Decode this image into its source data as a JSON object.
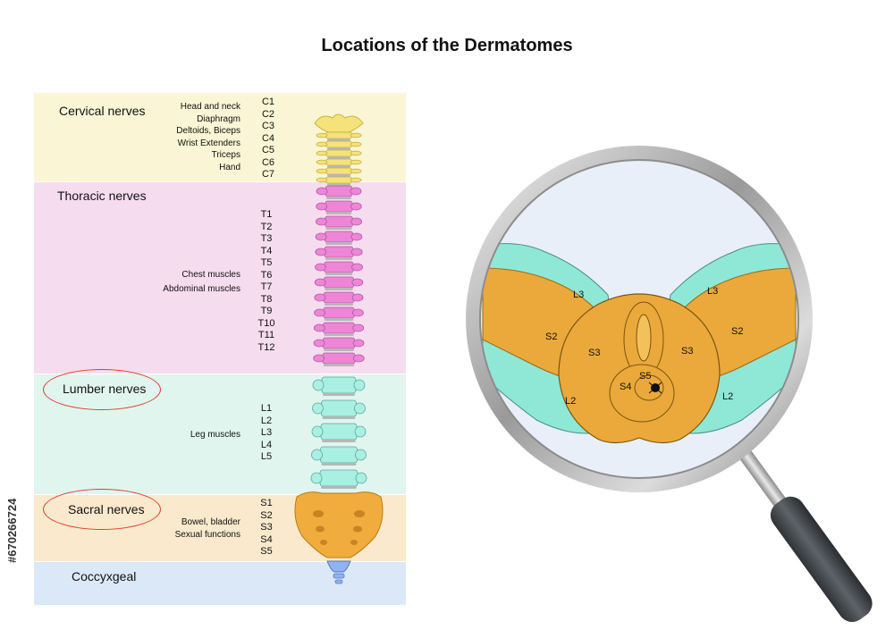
{
  "title": "Locations of the Dermatomes",
  "regions": {
    "cervical": "Cervical nerves",
    "thoracic": "Thoracic nerves",
    "lumbar": "Lumber nerves",
    "sacral": "Sacral nerves",
    "coccygeal": "Coccyxgeal"
  },
  "cervical_muscles": [
    "Head and neck",
    "Diaphragm",
    "Deltoids, Biceps",
    "Wrist Extenders",
    "Triceps",
    "Hand"
  ],
  "cervical_levels": [
    "C1",
    "C2",
    "C3",
    "C4",
    "C5",
    "C6",
    "C7"
  ],
  "thoracic_muscles": [
    "Chest muscles",
    "Abdominal muscles"
  ],
  "thoracic_levels": [
    "T1",
    "T2",
    "T3",
    "T4",
    "T5",
    "T6",
    "T7",
    "T8",
    "T9",
    "T10",
    "T11",
    "T12"
  ],
  "lumbar_muscles": [
    "Leg muscles"
  ],
  "lumbar_levels": [
    "L1",
    "L2",
    "L3",
    "L4",
    "L5"
  ],
  "sacral_muscles": [
    "Bowel, bladder",
    "Sexual functions"
  ],
  "sacral_levels": [
    "S1",
    "S2",
    "S3",
    "S4",
    "S5"
  ],
  "zoom_labels": {
    "l3_left": "L3",
    "l3_right": "L3",
    "s2_left": "S2",
    "s2_right": "S2",
    "s3_left": "S3",
    "s3_right": "S3",
    "l2_left": "L2",
    "l2_right": "L2",
    "s4": "S4",
    "s5": "S5"
  },
  "watermark": "#670266724",
  "colors": {
    "cervical": "#faf5d4",
    "thoracic": "#f6dcef",
    "lumbar": "#e1f5ef",
    "sacral": "#fae9cc",
    "coccyx": "#dbe8f8",
    "cervical_vertebra": "#f6e27a",
    "thoracic_vertebra": "#ee86d8",
    "lumbar_vertebra": "#a9efe2",
    "sacrum": "#f0ad3e",
    "coccyx_bone": "#8fb3f0",
    "disc": "#b7b7b7",
    "highlight_oval": "#d9402b",
    "zoom_teal": "#8fe8d6",
    "zoom_orange": "#eaa93a"
  },
  "icons": [
    "magnifying-glass-icon",
    "spine-icon"
  ]
}
